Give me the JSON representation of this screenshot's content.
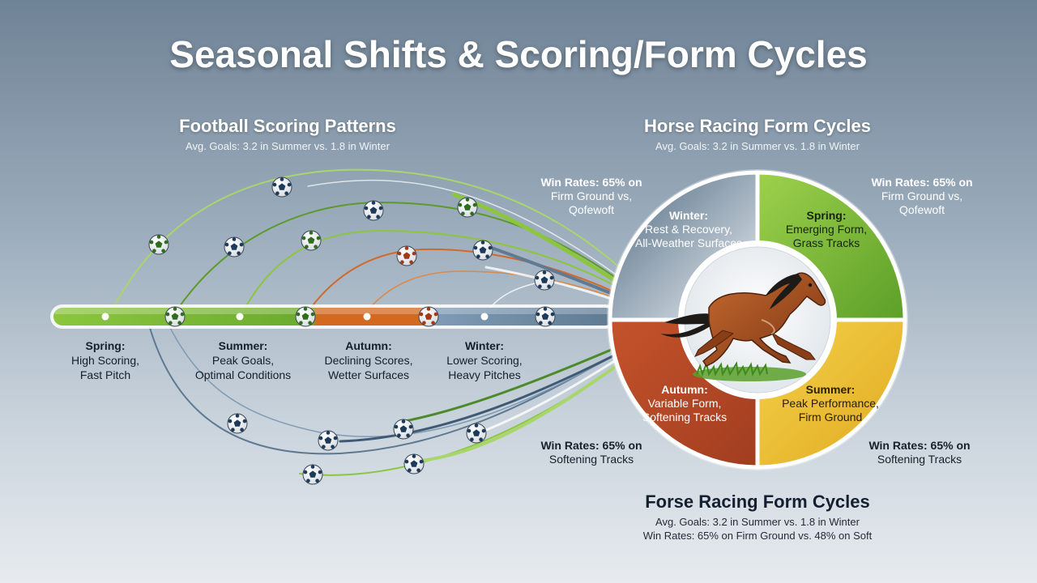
{
  "title": "Seasonal Shifts & Scoring/Form Cycles",
  "football": {
    "heading": "Football Scoring Patterns",
    "subheading": "Avg. Goals: 3.2 in Summer vs. 1.8 in Winter",
    "seasons": [
      {
        "name": "Spring:",
        "line1": "High Scoring,",
        "line2": "Fast Pitch"
      },
      {
        "name": "Summer:",
        "line1": "Peak Goals,",
        "line2": "Optimal Conditions"
      },
      {
        "name": "Autumn:",
        "line1": "Declining Scores,",
        "line2": "Wetter Surfaces"
      },
      {
        "name": "Winter:",
        "line1": "Lower Scoring,",
        "line2": "Heavy Pitches"
      }
    ],
    "colors": {
      "spring": "#8cc63f",
      "summer": "#6aaa2e",
      "autumn": "#d2691e",
      "winter": "#7f9bb5"
    }
  },
  "racing": {
    "heading": "Horse Racing Form Cycles",
    "subheading": "Avg. Goals: 3.2 in Summer vs. 1.8 in Winter",
    "win_rates": {
      "top_left": {
        "line1": "Win Rates: 65% on",
        "line2": "Firm Ground vs,",
        "line3": "Qofewoft"
      },
      "top_right": {
        "line1": "Win Rates: 65% on",
        "line2": "Firm Ground vs,",
        "line3": "Qofewoft"
      },
      "bottom_left": {
        "line1": "Win Rates: 65% on",
        "line2": "Softening Tracks"
      },
      "bottom_right": {
        "line1": "Win Rates: 65% on",
        "line2": "Softening Tracks"
      }
    },
    "segments": {
      "winter": {
        "name": "Winter:",
        "line1": "Rest & Recovery,",
        "line2": "All-Weather Surfaces",
        "color": "#5d7890"
      },
      "spring": {
        "name": "Spring:",
        "line1": "Emerging Form,",
        "line2": "Grass Tracks",
        "color": "#7cbf3a"
      },
      "summer": {
        "name": "Summer:",
        "line1": "Peak Performance,",
        "line2": "Firm Ground",
        "color": "#f0c330"
      },
      "autumn": {
        "name": "Autumn:",
        "line1": "Variable Form,",
        "line2": "Softening Tracks",
        "color": "#c0552a"
      }
    },
    "horse_icon": "horse-galloping-icon"
  },
  "footer": {
    "heading": "Forse Racing Form Cycles",
    "line1": "Avg. Goals: 3.2 in Summer vs. 1.8 in Winter",
    "line2": "Win Rates: 65% on Firm Ground vs. 48% on Soft"
  }
}
